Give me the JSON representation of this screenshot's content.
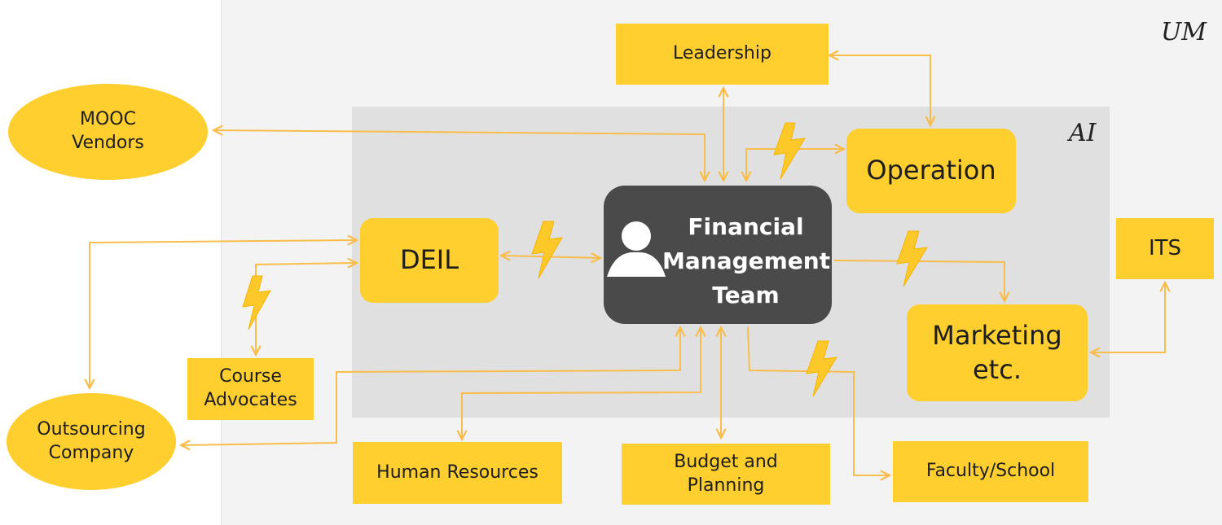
{
  "regions": {
    "outer_label": "UM",
    "inner_label": "AI"
  },
  "center": {
    "label": "Financial\nManagement\nTeam",
    "icon": "person-icon"
  },
  "nodes": {
    "leadership": "Leadership",
    "mooc_vendors": "MOOC\nVendors",
    "operation": "Operation",
    "deil": "DEIL",
    "its": "ITS",
    "marketing": "Marketing\netc.",
    "course_advocates": "Course\nAdvocates",
    "outsourcing_company": "Outsourcing\nCompany",
    "human_resources": "Human Resources",
    "budget_planning": "Budget and\nPlanning",
    "faculty_school": "Faculty/School"
  },
  "colors": {
    "node_fill": "#fecf2f",
    "connector": "#f9bd4b",
    "center_fill": "#4a4a4a",
    "lightning": "#fdc82a"
  }
}
